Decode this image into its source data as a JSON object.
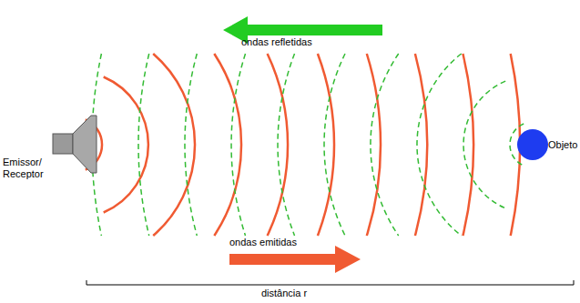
{
  "diagram": {
    "labels": [
      "ondas refletidas",
      "Emissor/ Receptor",
      "Objeto",
      "ondas emitidas",
      "distância r"
    ]
  }
}
